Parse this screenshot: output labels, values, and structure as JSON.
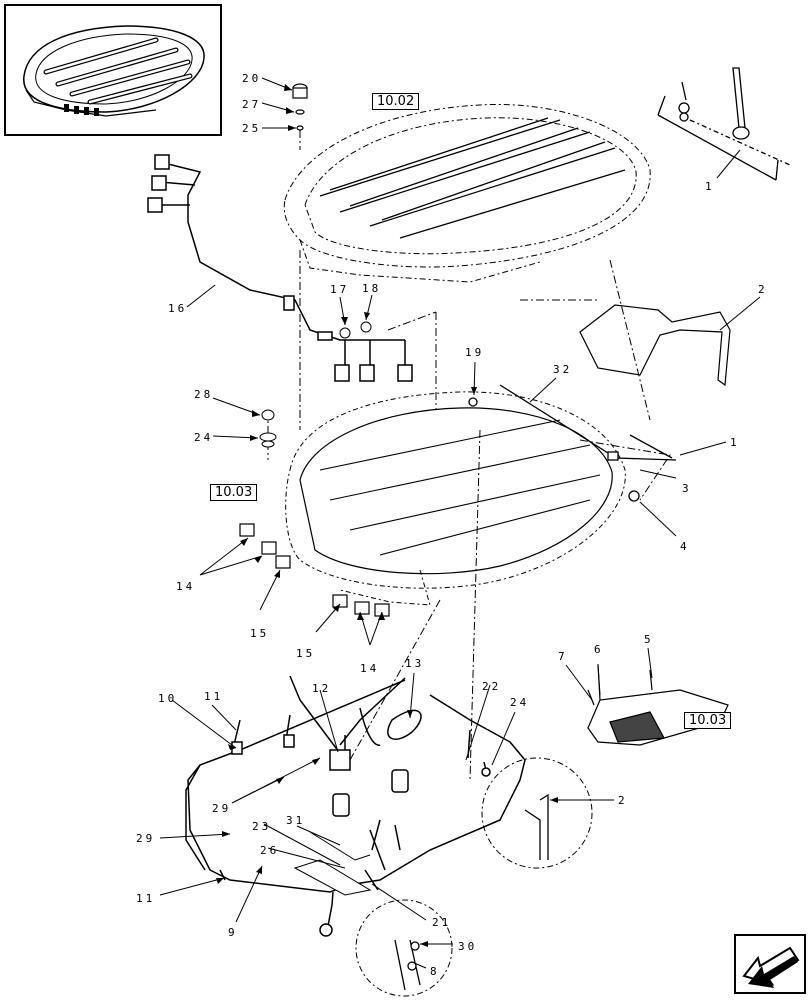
{
  "thumbnail": {
    "icon": "cab-roof-thumbnail-icon"
  },
  "reference_boxes": {
    "ref_top": "10.02",
    "ref_mid": "10.03",
    "ref_right": "10.03"
  },
  "callouts": {
    "c20": "20",
    "c27": "27",
    "c25": "25",
    "c1a": "1",
    "c2a": "2",
    "c16": "16",
    "c17": "17",
    "c18": "18",
    "c19": "19",
    "c32": "32",
    "c28": "28",
    "c24a": "24",
    "c1b": "1",
    "c3": "3",
    "c4": "4",
    "c14a": "14",
    "c15a": "15",
    "c15b": "15",
    "c14b": "14",
    "c13": "13",
    "c10": "10",
    "c11a": "11",
    "c12": "12",
    "c22": "22",
    "c24b": "24",
    "c7": "7",
    "c6": "6",
    "c5": "5",
    "c2b": "2",
    "c29a": "29",
    "c29b": "29",
    "c23": "23",
    "c31": "31",
    "c26": "26",
    "c11b": "11",
    "c21": "21",
    "c9": "9",
    "c30": "30",
    "c8": "8"
  },
  "nav": {
    "icon": "arrow-left-icon"
  }
}
